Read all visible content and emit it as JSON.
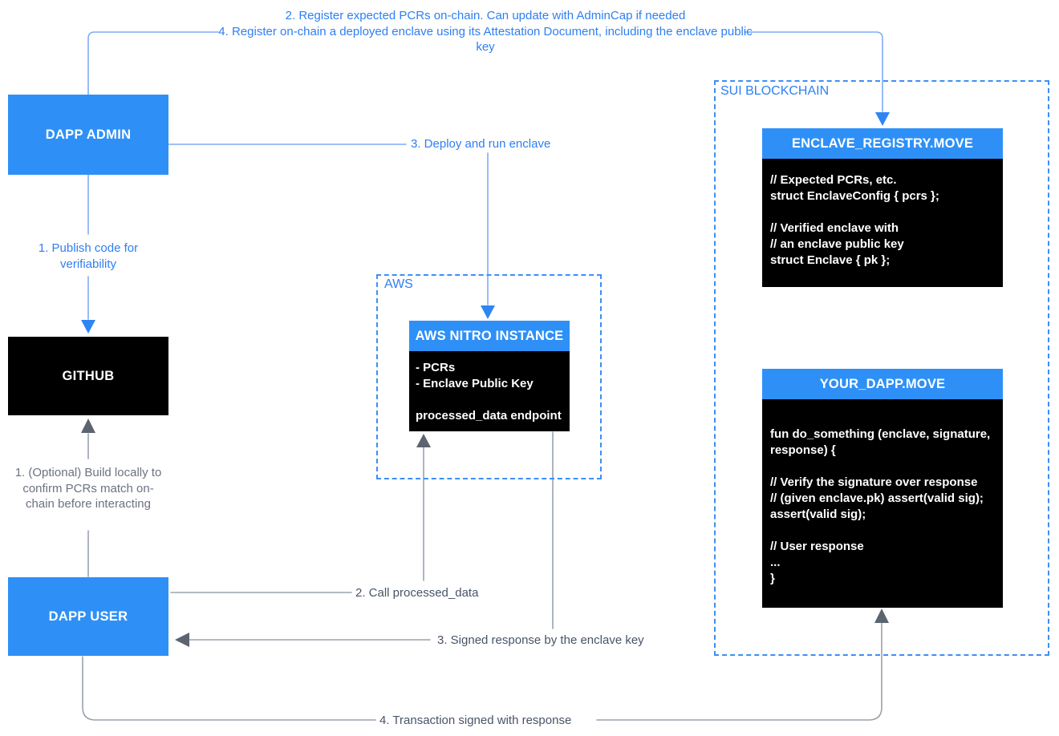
{
  "colors": {
    "box_blue": "#2E90F7",
    "blue_text": "#2E7FF2",
    "blue_line": "#7FACF5",
    "blue_arrow": "#2E86F3",
    "dash_blue": "#3D8FF7",
    "gray_line": "#9AA2AD",
    "gray_arrow": "#5C6470",
    "gray_text_dark": "#475467",
    "gray_text": "#6B7280",
    "box_black": "#000000",
    "white": "#FFFFFF"
  },
  "top_note": {
    "line_2": "2. Register expected PCRs on-chain. Can update with AdminCap if needed",
    "line_4": "4. Register on-chain a deployed enclave using its Attestation Document, including the enclave public key"
  },
  "nodes": {
    "dapp_admin": "DAPP ADMIN",
    "github": "GITHUB",
    "dapp_user": "DAPP USER"
  },
  "aws": {
    "label": "AWS",
    "nitro": {
      "title": "AWS NITRO INSTANCE",
      "lines": [
        "- PCRs",
        "- Enclave Public Key",
        "",
        "processed_data endpoint"
      ]
    }
  },
  "sui": {
    "label": "SUI BLOCKCHAIN",
    "registry": {
      "title": "ENCLAVE_REGISTRY.MOVE",
      "lines": [
        "// Expected PCRs, etc.",
        "struct EnclaveConfig { pcrs };",
        "",
        "// Verified enclave with",
        "// an enclave public key",
        "struct Enclave { pk };"
      ]
    },
    "dapp": {
      "title": "YOUR_DAPP.MOVE",
      "lines": [
        "fun do_something (enclave, signature,",
        "response) {",
        "",
        "// Verify the signature over response",
        "// (given enclave.pk) assert(valid sig);",
        "assert(valid sig);",
        "",
        "// User response",
        "...",
        "}"
      ]
    }
  },
  "edges": {
    "publish": "1. Publish code for verifiability",
    "deploy": "3. Deploy and run enclave",
    "optional_build": "1. (Optional) Build locally to confirm PCRs match on-chain before interacting",
    "call": "2. Call processed_data",
    "signed": "3. Signed response by the enclave key",
    "transaction": "4. Transaction signed with response"
  }
}
